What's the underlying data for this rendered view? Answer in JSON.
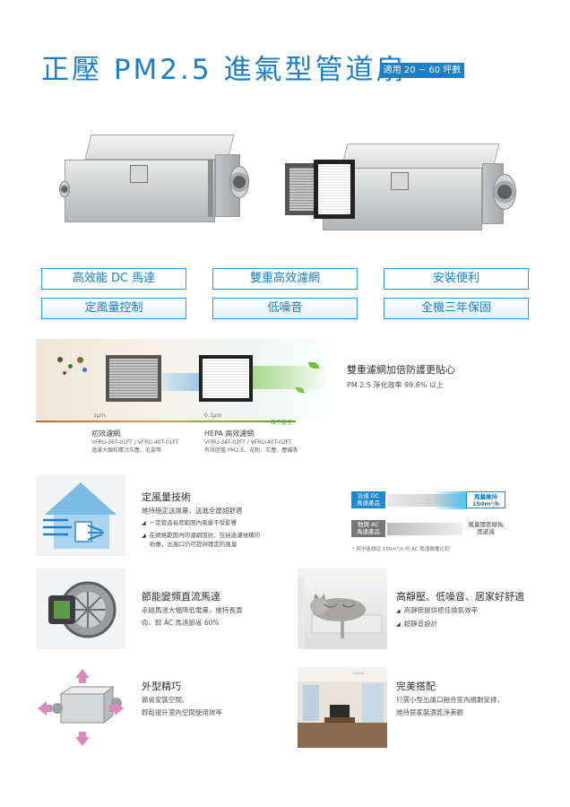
{
  "header": {
    "title": "正壓 PM2.5 進氣型管道扇",
    "badge": "適用 20 ~ 60 坪數"
  },
  "features": [
    "高效能 DC 馬達",
    "雙重高效濾網",
    "安裝便利",
    "定風量控制",
    "低噪音",
    "全機三年保固"
  ],
  "filter_section": {
    "heading": "雙重濾網加倍防護更貼心",
    "efficiency": "PM 2.5 淨化效率 99.6% 以上",
    "scale_left": "1μm",
    "scale_mid": "0.3μm",
    "scale_right": "粒子直徑",
    "primary": {
      "name": "初效濾網",
      "models": "VFRU-36T-01FT / VFRU-40T-01FT",
      "desc": "過濾大顆粒髒污灰塵、毛髮等"
    },
    "hepa": {
      "name": "HEPA 高效濾網",
      "models": "VFRU-36T-02FT / VFRU-40T-02FT",
      "desc": "有效阻擋 PM2.5、花粉、灰塵、塵蟎等"
    }
  },
  "constant_flow": {
    "title": "定風量技術",
    "subtitle": "維持穩定送風量，送進全屋超舒適",
    "bullets": [
      "一定管道長度範圍內風量不受影響",
      "在規格範圍內的濾網阻抗，包括過濾堆積的",
      "粉塵，出風口仍可提供穩定的風量"
    ],
    "dc_label_1": "台達 DC",
    "dc_label_2": "馬達產品",
    "ac_label_1": "他牌 AC",
    "ac_label_2": "馬達產品",
    "dc_result_1": "風量維持",
    "dc_result_2": "150m³/h",
    "ac_result_1": "風量隨管線長",
    "ac_result_2": "度遞減",
    "footnote": "* 與市售額定 150m³/h 的 AC 馬達機種比較"
  },
  "dc_motor": {
    "title": "節能變頻直流馬達",
    "line1": "永磁馬達大幅降低電量，維持長壽",
    "line2": "命，較 AC 馬達節省 60%"
  },
  "quiet": {
    "title": "高靜壓、低噪音、居家好舒適",
    "bullets": [
      "高靜壓提供極佳換氣效率",
      "超靜音設計"
    ]
  },
  "design": {
    "title": "外型精巧",
    "line1": "節省安裝空間、",
    "line2": "輕鬆提升室內空間使用效率"
  },
  "match": {
    "title": "完美搭配",
    "line1": "只需小型出風口融合室內規劃安排，",
    "line2": "維持居家裝潢乾淨美觀"
  },
  "colors": {
    "accent": "#1a7fc6",
    "button_border": "#3a97d4"
  }
}
